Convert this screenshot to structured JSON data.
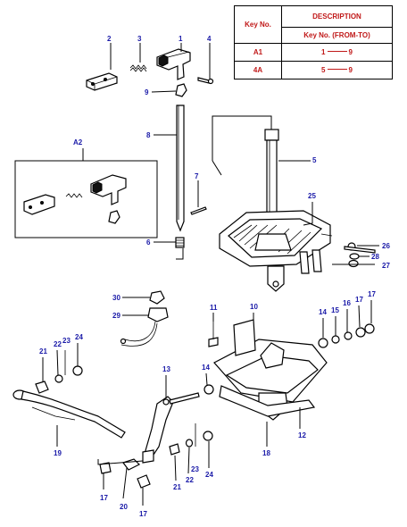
{
  "key_table": {
    "col_key_no": "Key No.",
    "col_description": "DESCRIPTION",
    "col_range_header": "Key No. (FROM-TO)",
    "rows": [
      {
        "key": "A1",
        "from": "1",
        "to": "9"
      },
      {
        "key": "4A",
        "from": "5",
        "to": "9"
      }
    ]
  },
  "callouts": {
    "c1": "1",
    "c2": "2",
    "c3": "3",
    "c4": "4",
    "c5": "5",
    "c6": "6",
    "c7": "7",
    "c8": "8",
    "c9": "9",
    "c10": "10",
    "c11": "11",
    "c12": "12",
    "c13": "13",
    "c14a": "14",
    "c14b": "14",
    "c15": "15",
    "c16": "16",
    "c17a": "17",
    "c17b": "17",
    "c17c": "17",
    "c17d": "17",
    "c18": "18",
    "c19": "19",
    "c20": "20",
    "c21a": "21",
    "c21b": "21",
    "c22a": "22",
    "c22b": "22",
    "c23a": "23",
    "c23b": "23",
    "c24a": "24",
    "c24b": "24",
    "c25": "25",
    "c26": "26",
    "c27": "27",
    "c28": "28",
    "c29": "29",
    "c30": "30",
    "ca2": "A2"
  }
}
